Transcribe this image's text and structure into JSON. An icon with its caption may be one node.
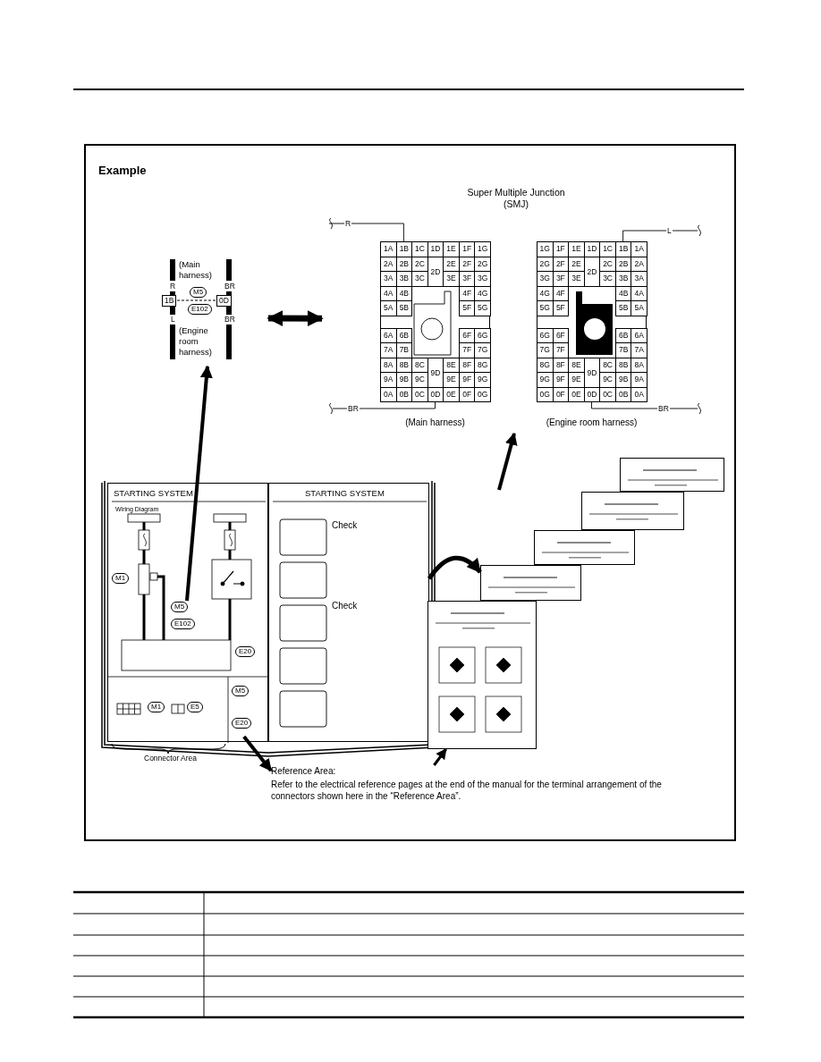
{
  "diagram": {
    "title": "Example",
    "nodes": [
      {
        "text": [
          "(Main harness)",
          "R",
          "BR",
          "1B",
          "M5",
          "0D",
          "E102",
          "L",
          "BR",
          "(Engine room harness)"
        ]
      },
      {
        "text": [
          "Super Multiple Junction (SMJ)"
        ]
      },
      {
        "text": [
          "1A",
          "1B",
          "1C",
          "1D",
          "1E",
          "1F",
          "1G",
          "2A",
          "2B",
          "2C",
          "2D",
          "2E",
          "2F",
          "2G",
          "3A",
          "3B",
          "3C",
          "3E",
          "3F",
          "3G",
          "4A",
          "4B",
          "4F",
          "4G",
          "5A",
          "5B",
          "5F",
          "5G",
          "6A",
          "6B",
          "6F",
          "6G",
          "7A",
          "7B",
          "7F",
          "7G",
          "8A",
          "8B",
          "8C",
          "8E",
          "8F",
          "8G",
          "9A",
          "9B",
          "9C",
          "9D",
          "9E",
          "9F",
          "9G",
          "0A",
          "0B",
          "0C",
          "0D",
          "0E",
          "0F",
          "0G"
        ],
        "in": 1,
        "beside": [
          "(Main harness)"
        ]
      },
      {
        "text": [
          "1G",
          "1F",
          "1E",
          "1D",
          "1C",
          "1B",
          "1A",
          "2G",
          "2F",
          "2E",
          "2D",
          "2C",
          "2B",
          "2A",
          "3G",
          "3F",
          "3E",
          "3C",
          "3B",
          "3A",
          "4G",
          "4F",
          "4B",
          "4A",
          "5G",
          "5F",
          "5B",
          "5A",
          "6G",
          "6F",
          "6B",
          "6A",
          "7G",
          "7F",
          "7B",
          "7A",
          "8G",
          "8F",
          "8E",
          "8C",
          "8B",
          "8A",
          "9G",
          "9F",
          "9E",
          "9D",
          "9C",
          "9B",
          "9A",
          "0G",
          "0F",
          "0E",
          "0D",
          "0C",
          "0B",
          "0A"
        ],
        "in": 1,
        "beside": [
          "(Engine room harness)"
        ]
      },
      {
        "text": [
          "STARTING SYSTEM",
          "Wiring Diagram"
        ]
      },
      {
        "text": [
          "M1"
        ],
        "in": 4
      },
      {
        "text": [
          "M5",
          "E102"
        ],
        "in": 4
      },
      {
        "text": [
          "E20"
        ],
        "in": 4
      },
      {
        "text": [
          "M1",
          "E5"
        ],
        "in": 4
      },
      {
        "text": [
          "M5",
          "E20"
        ],
        "in": 4
      },
      {
        "text": [
          "STARTING SYSTEM",
          "Check",
          "Check"
        ]
      },
      {
        "text": [],
        "shape": "box"
      },
      {
        "text": [],
        "shape": "box"
      },
      {
        "text": [],
        "shape": "box"
      },
      {
        "text": [],
        "shape": "box"
      },
      {
        "text": [],
        "shape": "box"
      },
      {
        "text": [
          "Reference Area:",
          "Refer to the electrical reference pages at the end of the manual for the terminal arrangement of the connectors shown here in the “Reference Area”."
        ]
      }
    ],
    "edges": [
      {
        "from": 6,
        "to": 0,
        "arrow": "to"
      },
      {
        "from": 0,
        "to": 1,
        "arrow": "both"
      },
      {
        "from": null,
        "to": 1,
        "arrow": "to"
      },
      {
        "from": 10,
        "to": 12,
        "arrow": "to"
      },
      {
        "from": 9,
        "to": 16,
        "arrow": "to"
      },
      {
        "from": 16,
        "to": 11,
        "arrow": "to"
      }
    ],
    "labels": [
      "R",
      "L",
      "BR",
      "BR",
      "Connector Area"
    ]
  }
}
